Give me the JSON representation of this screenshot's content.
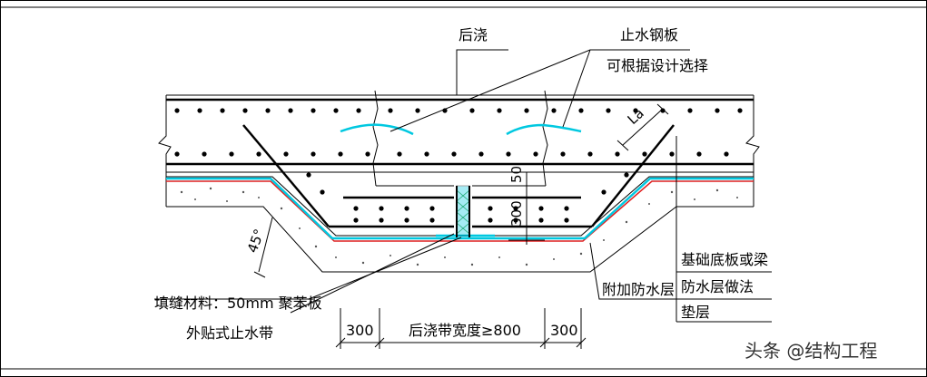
{
  "labels": {
    "post_pour": "后浇",
    "steel_plate_line1": "止水钢板",
    "steel_plate_line2": "可根据设计选择",
    "la": "La",
    "dim_50": "50",
    "dim_300_vert": "300",
    "angle_45": "45°",
    "filler": "填缝材料：50mm 聚苯板",
    "external_waterstop": "外贴式止水带",
    "additional_waterproof": "附加防水层",
    "foundation": "基础底板或梁",
    "waterproof_method": "防水层做法",
    "cushion": "垫层",
    "dim_300_left": "300",
    "band_width": "后浇带宽度≥800",
    "dim_300_right": "300"
  },
  "watermark": "头条 @结构工程",
  "colors": {
    "line": "#000000",
    "waterstop_cyan": "#00c8e0",
    "membrane_red": "#e02020",
    "fill_hatch": "#555555"
  }
}
